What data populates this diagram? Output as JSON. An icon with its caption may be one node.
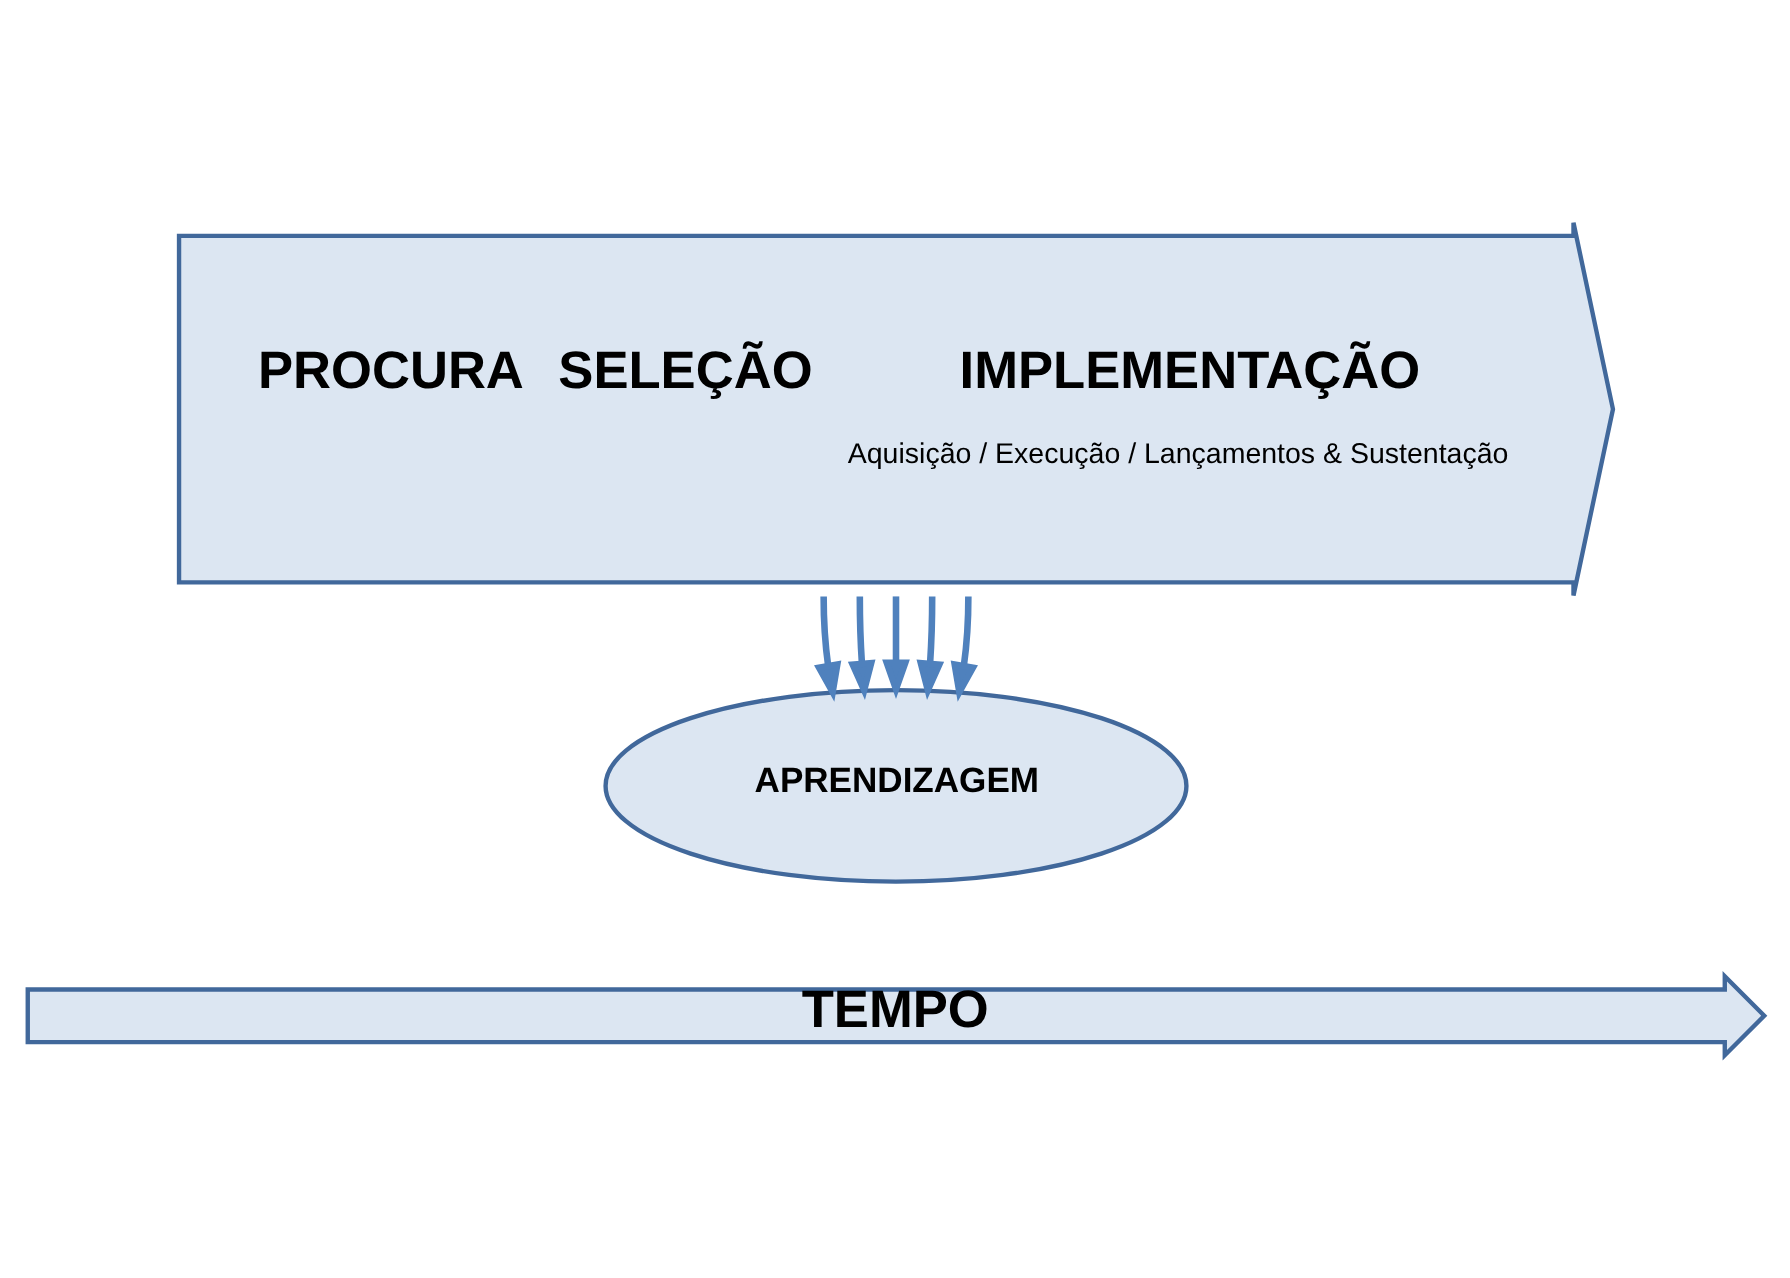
{
  "diagram": {
    "nodes": [
      {
        "text": [
          "PROCURA",
          "SELEÇÃO",
          "IMPLEMENTAÇÃO",
          "Aquisição / Execução / Lançamentos & Sustentação"
        ]
      },
      {
        "text": [
          "APRENDIZAGEM"
        ]
      },
      {
        "text": [
          "TEMPO"
        ]
      }
    ],
    "edges": [
      {
        "from": 0,
        "to": 1,
        "arrow": "to"
      },
      {
        "from": 0,
        "to": 1,
        "arrow": "to"
      },
      {
        "from": 0,
        "to": 1,
        "arrow": "to"
      },
      {
        "from": 0,
        "to": 1,
        "arrow": "to"
      },
      {
        "from": 0,
        "to": 1,
        "arrow": "to"
      }
    ]
  }
}
